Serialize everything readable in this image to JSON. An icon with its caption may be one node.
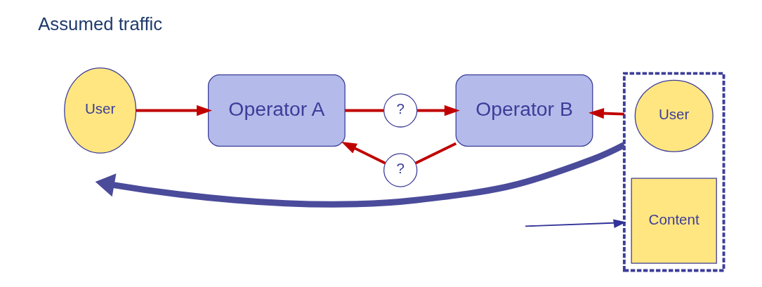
{
  "diagram": {
    "nodes": [
      {
        "text": [
          "User"
        ]
      },
      {
        "text": [
          "Operator A"
        ]
      },
      {
        "text": [
          "?"
        ]
      },
      {
        "text": [
          "?"
        ]
      },
      {
        "text": [
          "Operator B"
        ]
      },
      {
        "text": [],
        "shape": "box"
      },
      {
        "text": [
          "User"
        ],
        "in": 5
      },
      {
        "text": [
          "Content"
        ],
        "in": 5
      }
    ],
    "edges": [
      {
        "from": 0,
        "to": 1,
        "arrow": "to"
      },
      {
        "from": 1,
        "to": 2,
        "arrow": "none"
      },
      {
        "from": 2,
        "to": 4,
        "arrow": "to"
      },
      {
        "from": 4,
        "to": 3,
        "arrow": "none"
      },
      {
        "from": 3,
        "to": 1,
        "arrow": "to"
      },
      {
        "from": 5,
        "to": 4,
        "arrow": "to"
      },
      {
        "from": 5,
        "to": null,
        "arrow": "to",
        "style": "thick",
        "color": "#4b4b9b"
      },
      {
        "from": null,
        "to": 5,
        "arrow": "to",
        "color": "#333399"
      }
    ],
    "labels": [
      "Assumed traffic"
    ]
  }
}
